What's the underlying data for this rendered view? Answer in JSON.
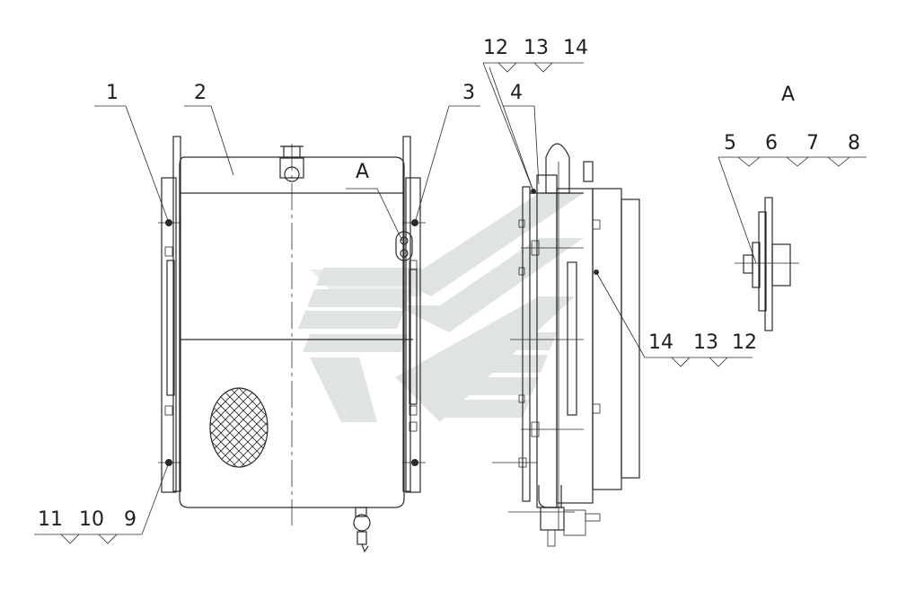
{
  "labels": {
    "l1": "1",
    "l2": "2",
    "l3": "3",
    "l4": "4",
    "l5": "5",
    "l6": "6",
    "l7": "7",
    "l8": "8",
    "l9": "9",
    "l10": "10",
    "l11": "11",
    "l12a": "12",
    "l13a": "13",
    "l14a": "14",
    "l12b": "12",
    "l13b": "13",
    "l14b": "14",
    "viewA": "A",
    "detailA": "A"
  }
}
